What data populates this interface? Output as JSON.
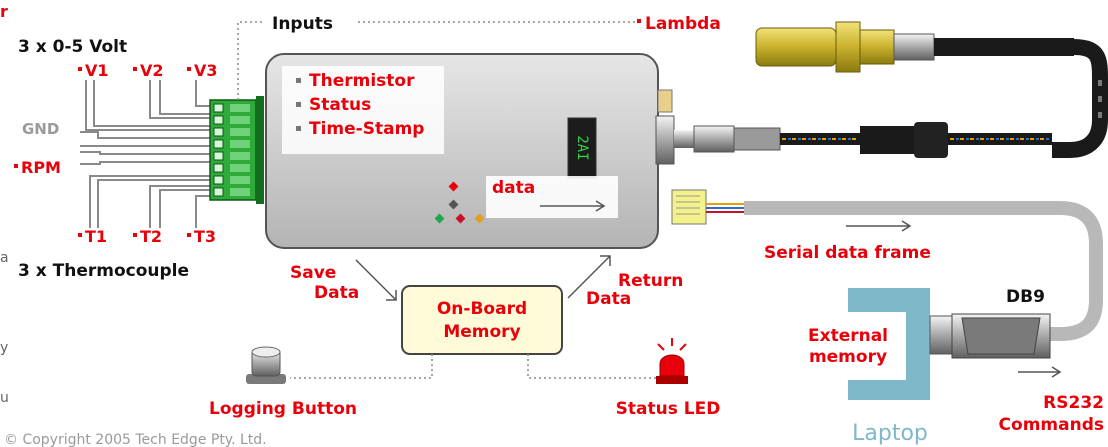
{
  "header": {
    "volt_title": "3 x 0-5 Volt",
    "tc_title": "3 x Thermocouple",
    "inputs": "Inputs",
    "lambda": "Lambda"
  },
  "inputs_left": {
    "v1": "V1",
    "v2": "V2",
    "v3": "V3",
    "gnd": "GND",
    "rpm": "RPM",
    "t1": "T1",
    "t2": "T2",
    "t3": "T3"
  },
  "logger": {
    "features": [
      "Thermistor",
      "Status",
      "Time-Stamp"
    ],
    "display": "2AI",
    "data": "data"
  },
  "memory": {
    "save": [
      "Save",
      "Data"
    ],
    "onboard": [
      "On-Board",
      "Memory"
    ],
    "return": [
      "Return",
      "Data"
    ],
    "logging_button": "Logging Button",
    "status_led": "Status LED"
  },
  "serial": {
    "frame": "Serial data frame",
    "db9": "DB9",
    "external": [
      "External",
      "memory"
    ],
    "rs232": [
      "RS232",
      "Commands"
    ],
    "laptop": "Laptop"
  },
  "edge_fragments": [
    "r",
    "a",
    "y",
    "u"
  ],
  "copyright": "© Copyright 2005 Tech Edge Pty. Ltd.",
  "colors": {
    "label_red": "#e8000a",
    "connector_green": "#2faa3a",
    "laptop_blue": "#7fb8c8",
    "memory_box": "#fffbd8"
  }
}
